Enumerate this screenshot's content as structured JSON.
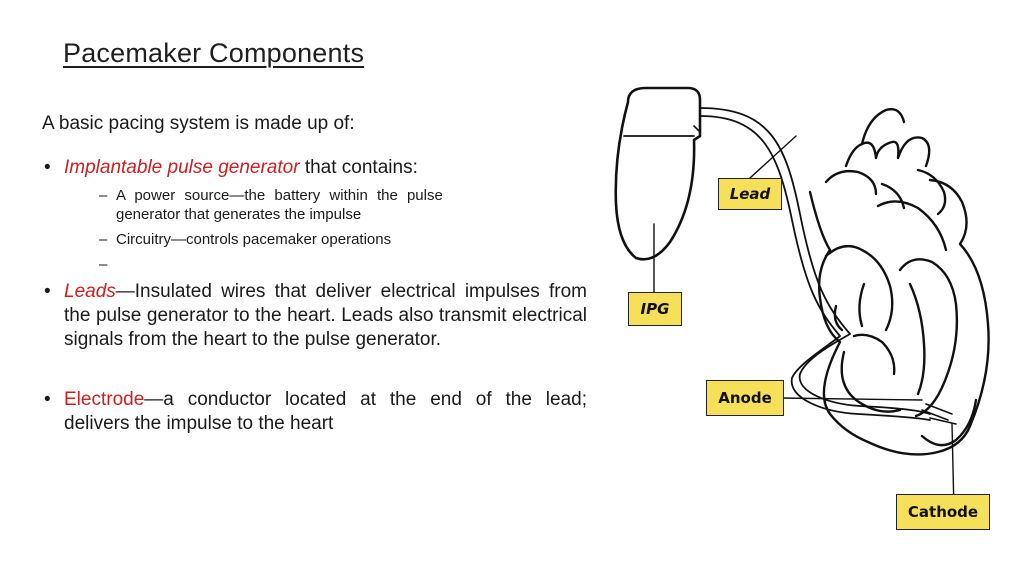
{
  "title": "Pacemaker Components",
  "intro": "A basic pacing system is made up of:",
  "bullets": {
    "b1": {
      "marker": "•",
      "term": "Implantable pulse generator",
      "rest": " that contains:",
      "subs": [
        {
          "dash": "–",
          "text": "A power source—the battery within the pulse",
          "text2": "generator that generates the impulse"
        },
        {
          "dash": "–",
          "text": "Circuitry—controls pacemaker operations"
        },
        {
          "dash": "–",
          "text": ""
        }
      ]
    },
    "b2": {
      "marker": "•",
      "term": "Leads",
      "rest": "—Insulated wires that deliver electrical impulses from the pulse generator to the heart. Leads also transmit electrical signals from the heart to the pulse generator."
    },
    "b3": {
      "marker": "•",
      "term": "Electrode",
      "rest": "—a conductor located at the end of the lead; delivers the impulse to the heart"
    }
  },
  "figure": {
    "labels": {
      "lead": "Lead",
      "ipg": "IPG",
      "anode": "Anode",
      "cathode": "Cathode"
    },
    "label_color": "#f6df59"
  },
  "colors": {
    "term": "#cc1f1f",
    "text": "#1a1a1a"
  }
}
